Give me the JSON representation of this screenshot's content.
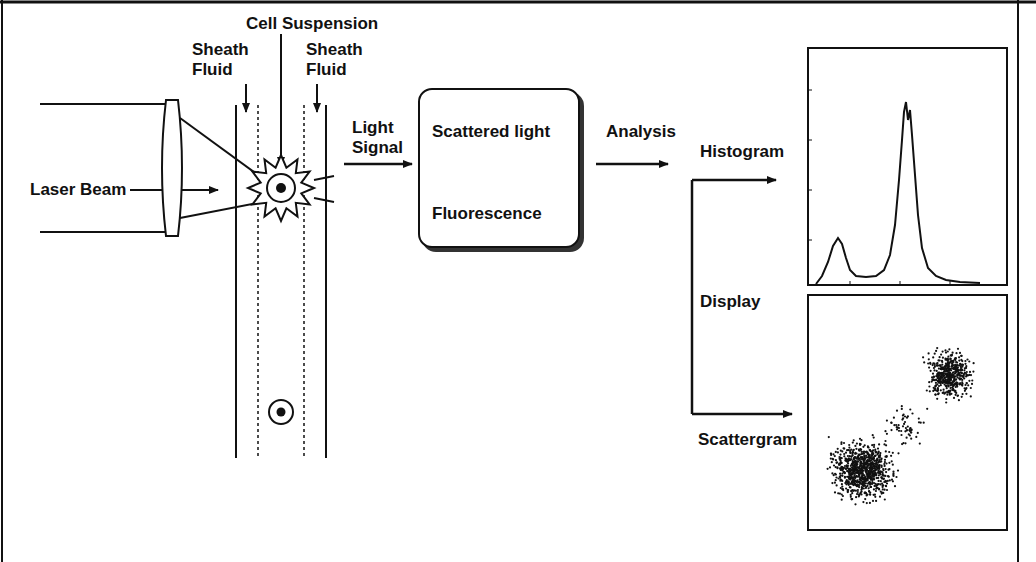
{
  "diagram": {
    "nodes": [
      {
        "text": [
          "Scattered light",
          "Fluorescence"
        ]
      }
    ],
    "labels": [
      "Cell Suspension",
      "Sheath Fluid",
      "Sheath Fluid",
      "Laser Beam",
      "Light Signal",
      "Analysis",
      "Histogram",
      "Display",
      "Scattergram"
    ]
  }
}
